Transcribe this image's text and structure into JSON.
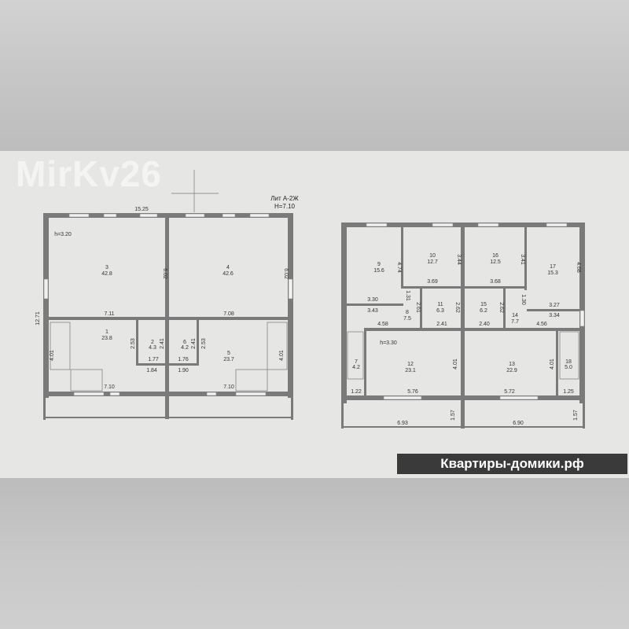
{
  "title": {
    "lit": "Лит А-2Ж",
    "height": "H=7.10"
  },
  "left_plan": {
    "ceiling": "h=3.20",
    "overall_width": "15.25",
    "overall_depth": "12.71",
    "rooms": [
      {
        "num": "1",
        "area": "23.8"
      },
      {
        "num": "2",
        "area": "4.3"
      },
      {
        "num": "3",
        "area": "42.8"
      },
      {
        "num": "4",
        "area": "42.6"
      },
      {
        "num": "5",
        "area": "23.7"
      },
      {
        "num": "6",
        "area": "4.2"
      }
    ],
    "dims": [
      "6.02",
      "6.02",
      "7.11",
      "7.08",
      "4.01",
      "2.53",
      "2.41",
      "2.41",
      "2.53",
      "1.77",
      "1.76",
      "1.84",
      "1.90",
      "7.10",
      "7.10",
      "4.01"
    ]
  },
  "right_plan": {
    "ceiling": "h=3.30",
    "rooms": [
      {
        "num": "7",
        "area": "4.2"
      },
      {
        "num": "8",
        "area": "7.5"
      },
      {
        "num": "9",
        "area": "15.6"
      },
      {
        "num": "10",
        "area": "12.7"
      },
      {
        "num": "11",
        "area": "6.3"
      },
      {
        "num": "12",
        "area": "23.1"
      },
      {
        "num": "13",
        "area": "22.9"
      },
      {
        "num": "14",
        "area": "7.7"
      },
      {
        "num": "15",
        "area": "6.2"
      },
      {
        "num": "16",
        "area": "12.5"
      },
      {
        "num": "17",
        "area": "15.3"
      },
      {
        "num": "18",
        "area": "5.0"
      }
    ],
    "dims": [
      "4.74",
      "3.44",
      "3.69",
      "3.41",
      "3.68",
      "4.68",
      "3.30",
      "3.43",
      "1.31",
      "2.61",
      "2.62",
      "2.62",
      "1.30",
      "3.27",
      "3.34",
      "4.58",
      "2.41",
      "2.40",
      "4.56",
      "4.01",
      "4.01",
      "1.22",
      "5.76",
      "5.72",
      "1.25",
      "6.93",
      "1.57",
      "6.90",
      "1.57"
    ]
  },
  "watermark": "MirKv26",
  "brand": "Квартиры-домики.рф"
}
